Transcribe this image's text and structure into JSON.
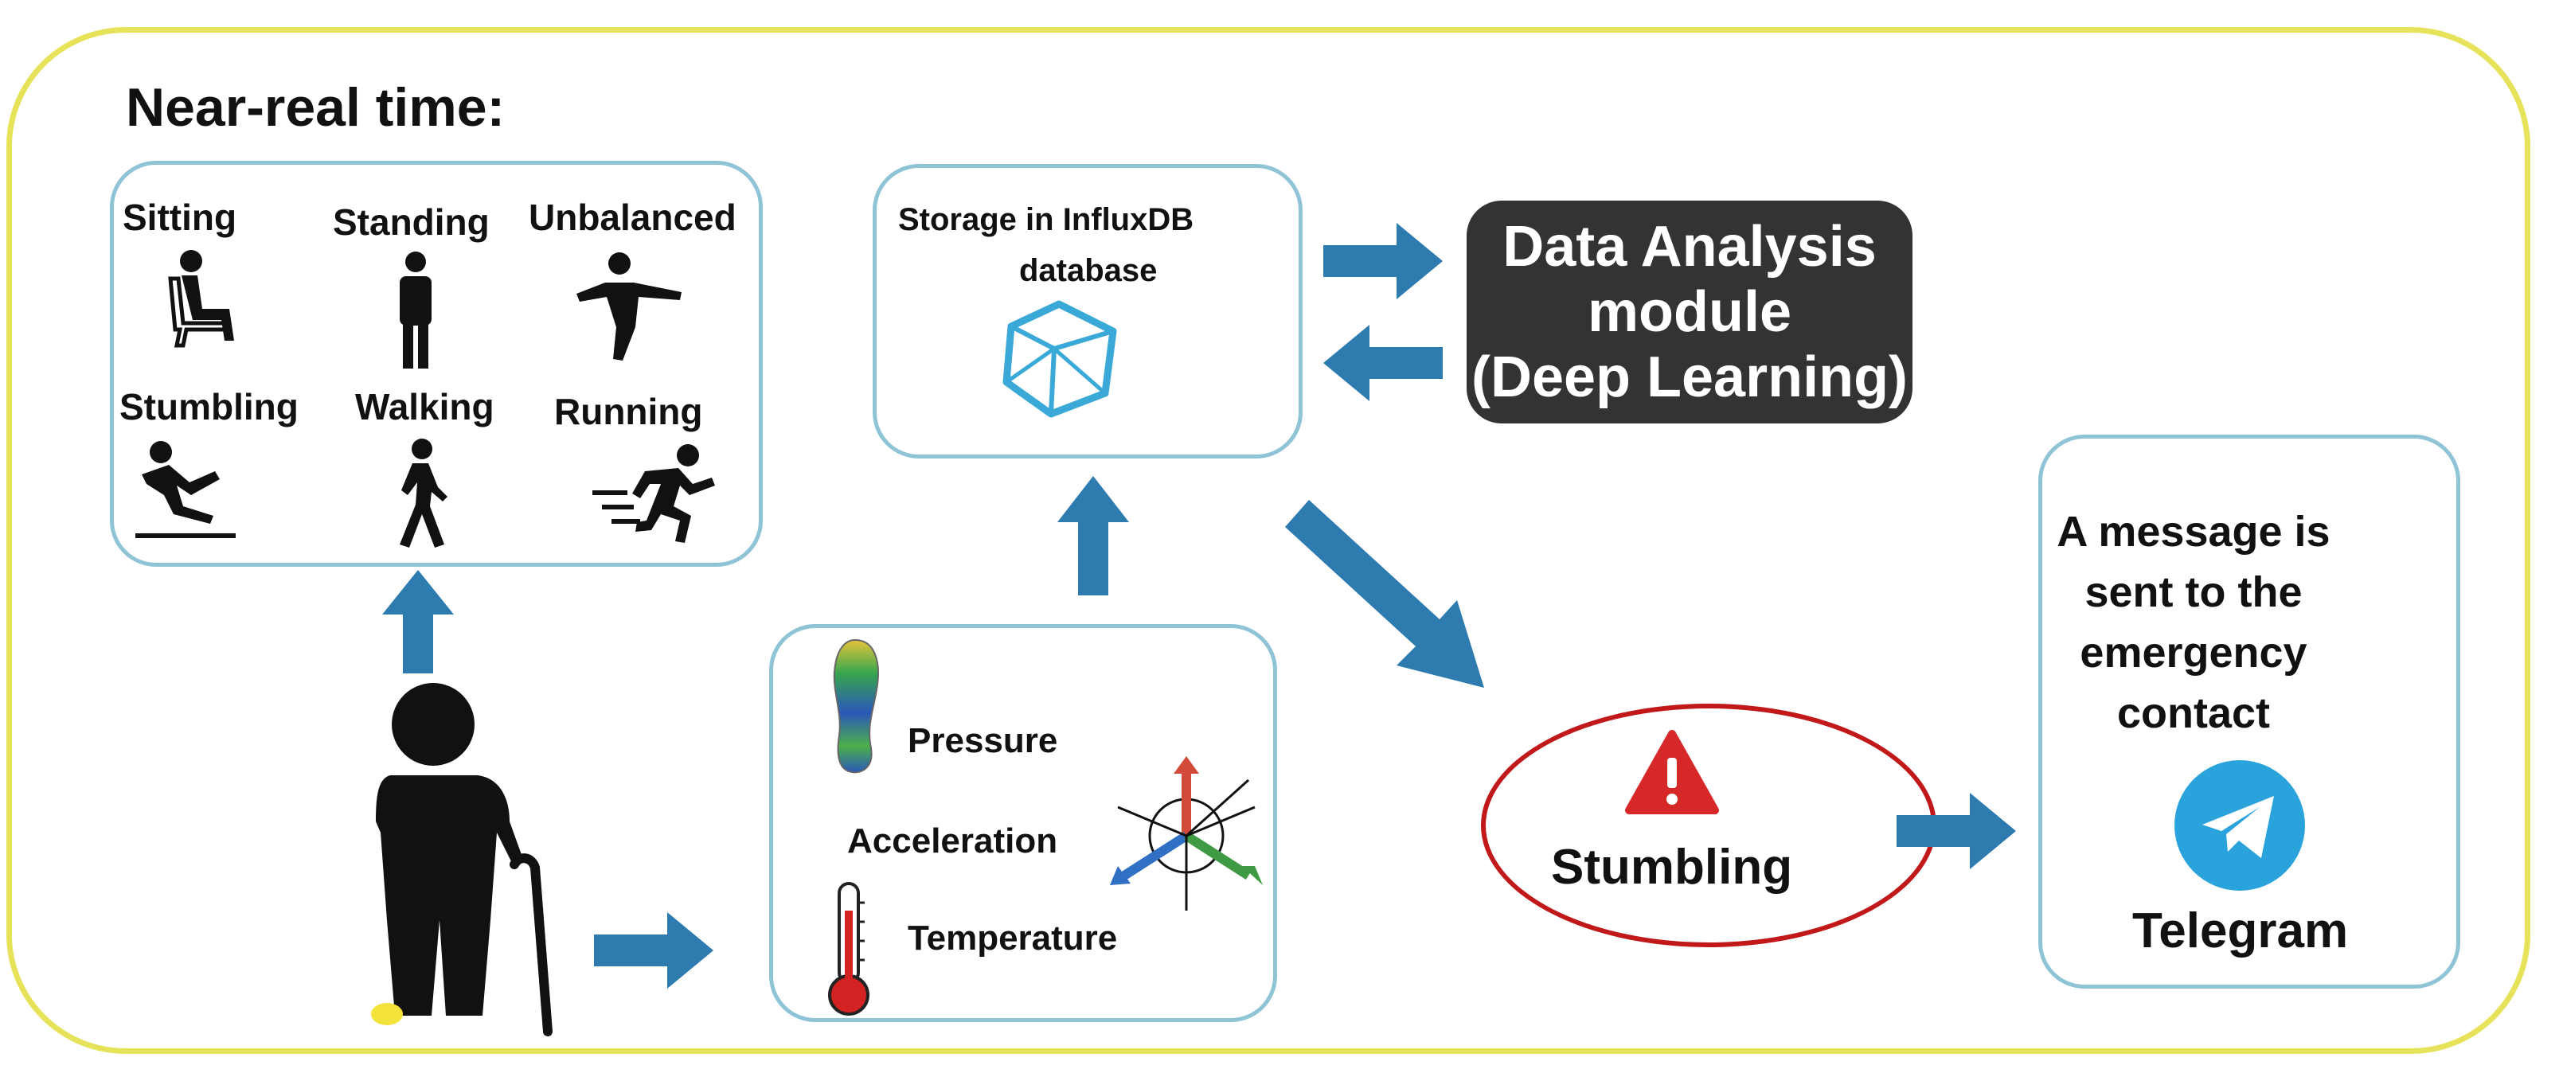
{
  "title": "Near-real time:",
  "activities": {
    "sitting": "Sitting",
    "standing": "Standing",
    "unbalanced": "Unbalanced",
    "stumbling": "Stumbling",
    "walking": "Walking",
    "running": "Running"
  },
  "storage": {
    "line1": "Storage in InfluxDB",
    "line2": "database",
    "icon": "influxdb-icon"
  },
  "analysis": {
    "line1": "Data Analysis",
    "line2": "module",
    "line3": "(Deep Learning)"
  },
  "sensors": {
    "pressure": "Pressure",
    "acceleration": "Acceleration",
    "temperature": "Temperature"
  },
  "alert": {
    "label": "Stumbling",
    "icon": "warning-icon"
  },
  "message": {
    "line1": "A message is",
    "line2": "sent to the",
    "line3": "emergency",
    "line4": "contact",
    "app": "Telegram",
    "icon": "telegram-icon"
  },
  "colors": {
    "arrow": "#2e7bb0",
    "frame": "#e6e35a",
    "card_border": "#8fc3d6",
    "dark_box": "#333333",
    "alert_ring": "#c11919",
    "telegram": "#2aa3dc"
  }
}
